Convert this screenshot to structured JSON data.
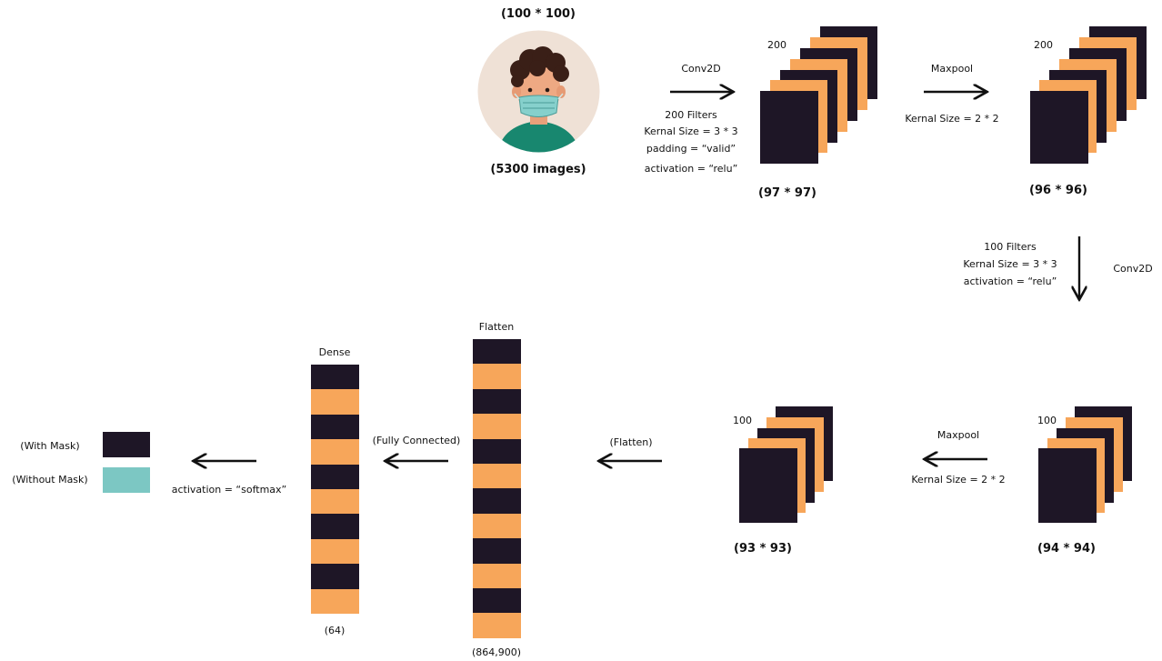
{
  "input": {
    "size": "(100 * 100)",
    "count": "(5300 images)"
  },
  "conv1": {
    "op": "Conv2D",
    "params": [
      "200 Filters",
      "Kernal Size = 3 * 3",
      "padding = “valid”",
      "activation = “relu”"
    ],
    "filters_label": "200",
    "output": "(97 * 97)"
  },
  "pool1": {
    "op": "Maxpool",
    "params": [
      "Kernal Size = 2 * 2"
    ],
    "filters_label": "200",
    "output": "(96 * 96)"
  },
  "conv2": {
    "op": "Conv2D",
    "params": [
      "100 Filters",
      "Kernal Size = 3 * 3",
      "activation = “relu”"
    ],
    "filters_label": "100",
    "output": "(94 * 94)"
  },
  "pool2": {
    "op": "Maxpool",
    "params": [
      "Kernal Size = 2 * 2"
    ],
    "filters_label": "100",
    "output": "(93 * 93)"
  },
  "flatten": {
    "arrow_label": "(Flatten)",
    "title": "Flatten",
    "output": "(864,900)"
  },
  "dense": {
    "arrow_label": "(Fully Connected)",
    "title": "Dense",
    "output": "(64)"
  },
  "output_layer": {
    "activation": "activation = “softmax”",
    "classes": [
      "(With Mask)",
      "(Without Mask)"
    ]
  },
  "colors": {
    "dark": "#1e1626",
    "orange": "#f7a65a",
    "teal": "#7cc7c3",
    "skin": "#f2ddd0",
    "shirt": "#1a8a72"
  }
}
